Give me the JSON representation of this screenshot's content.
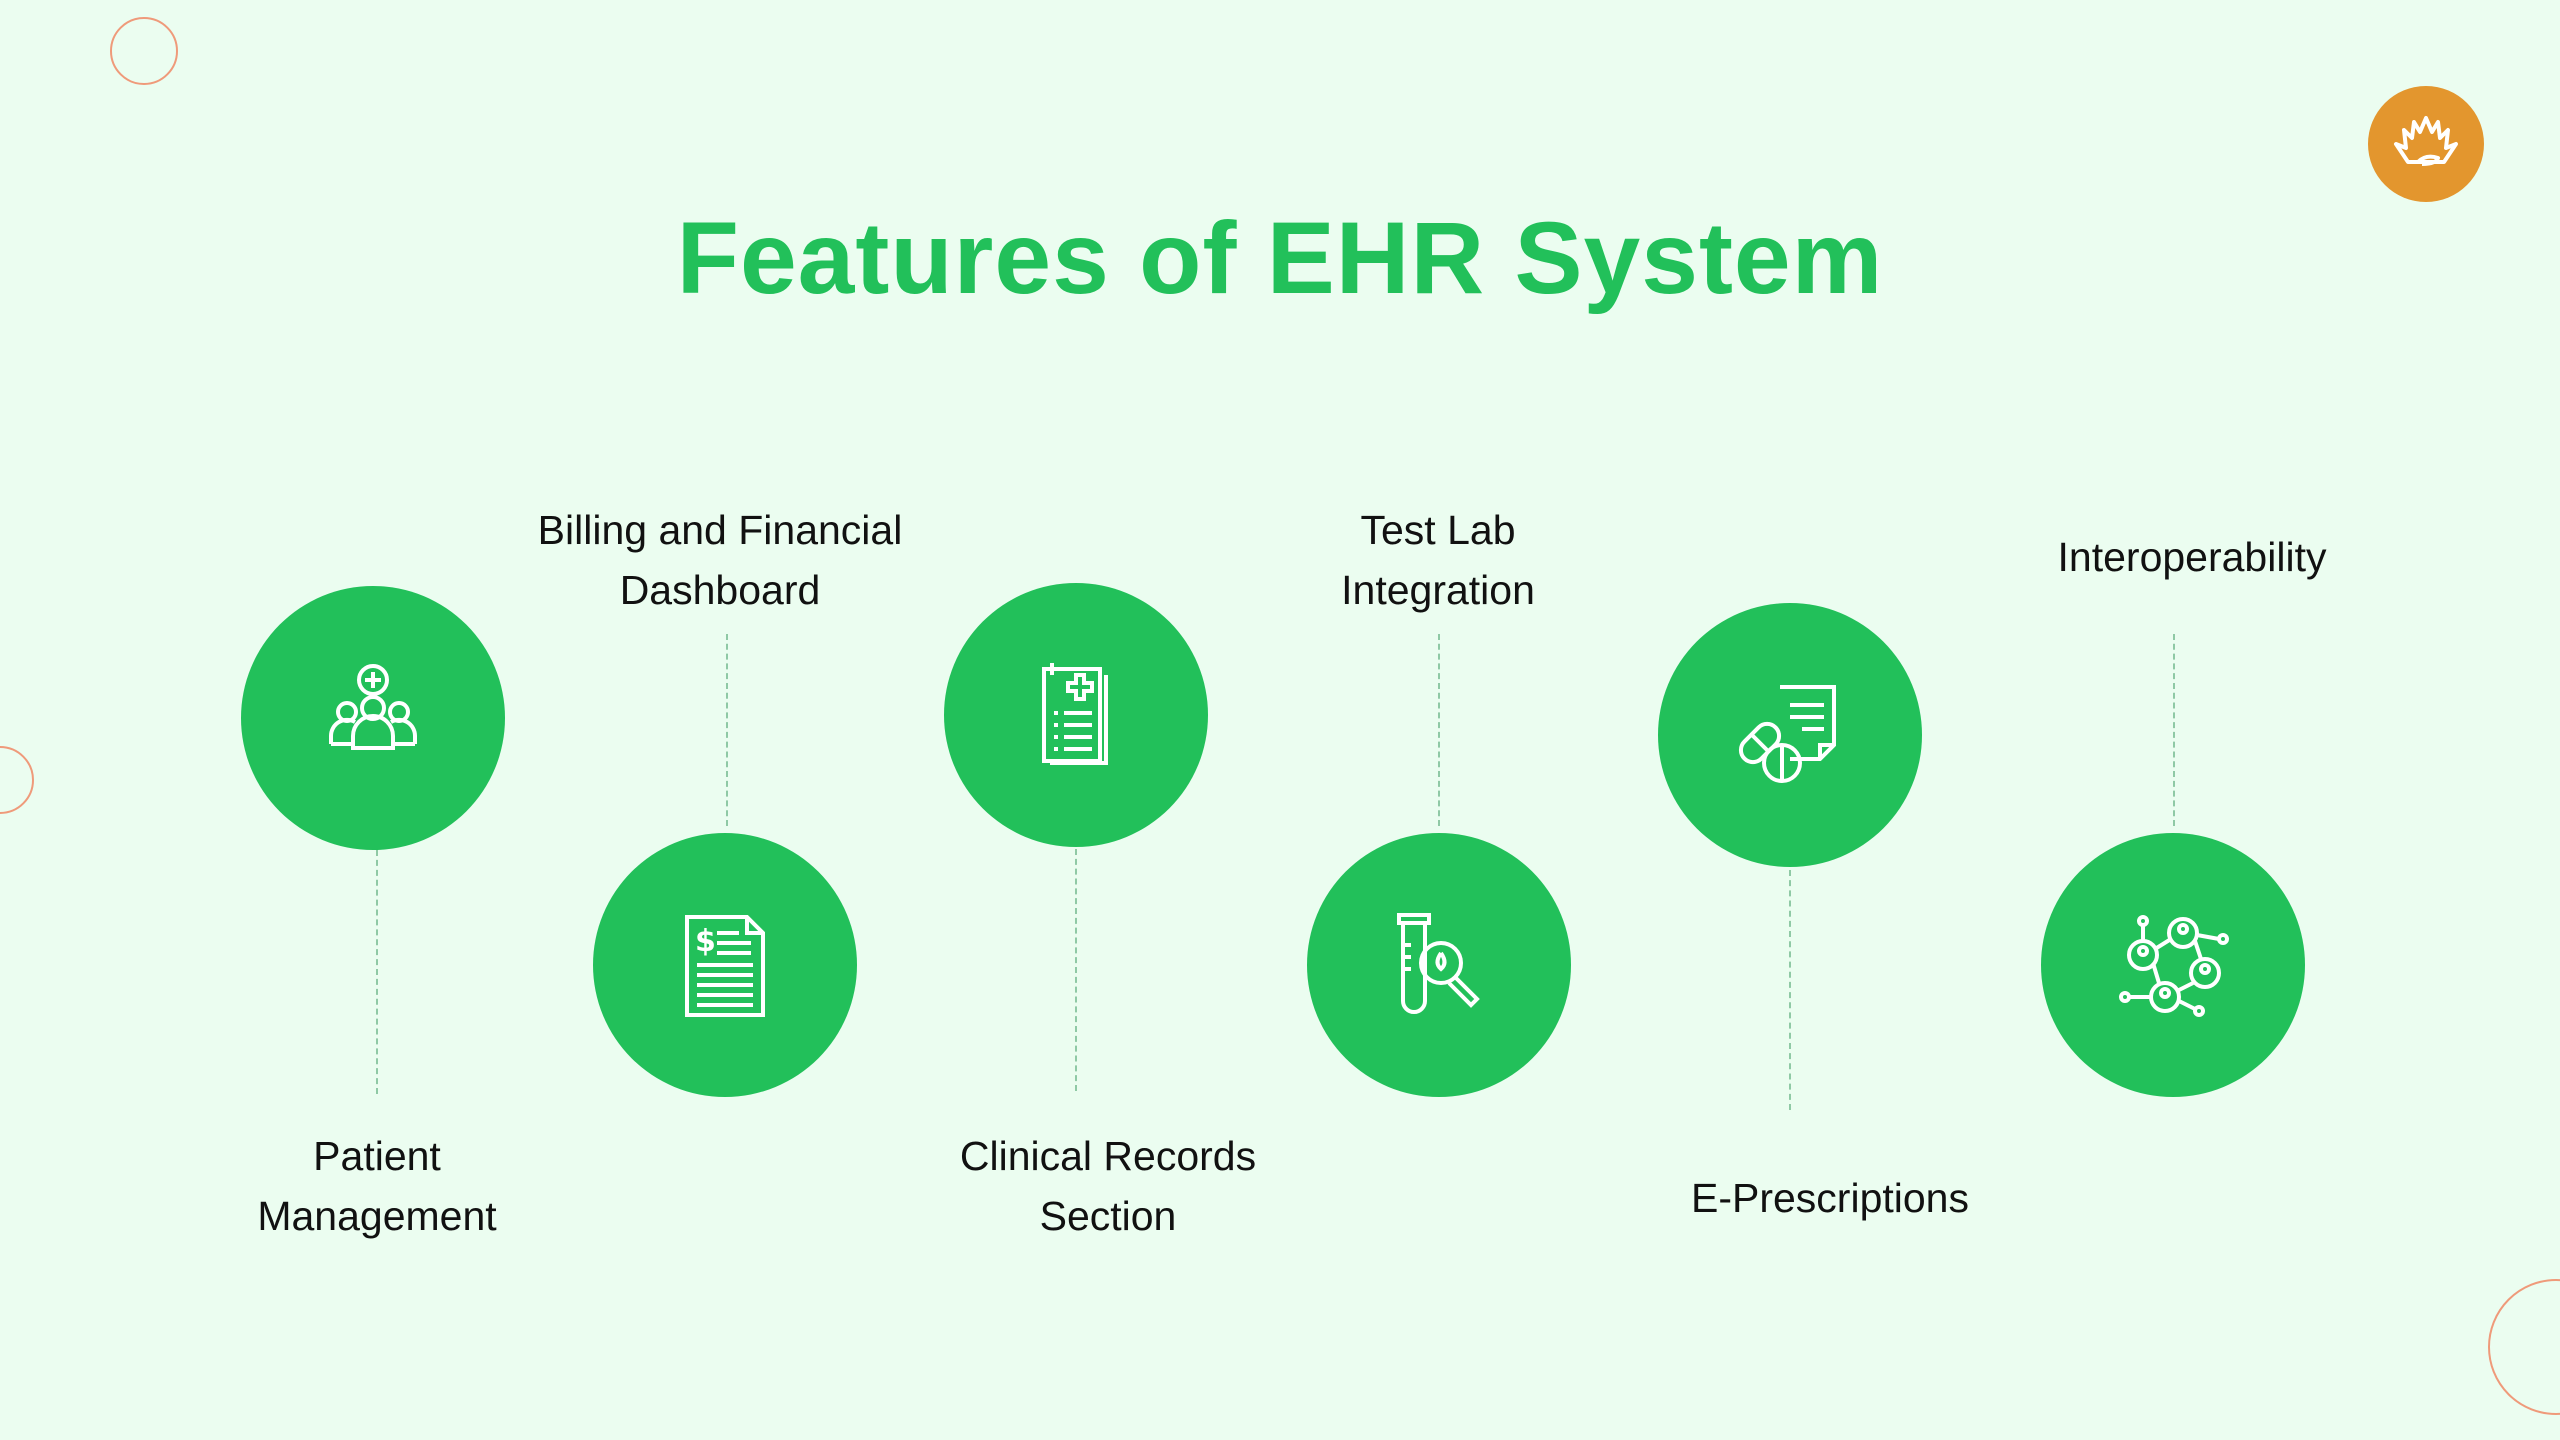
{
  "title": "Features of EHR System",
  "colors": {
    "accent": "#22c05a",
    "background": "#ebfdf0",
    "logo": "#e3962e"
  },
  "logo_icon": "lotus-icon",
  "features": [
    {
      "lines": [
        "Patient",
        "Management"
      ],
      "icon": "patient-group-icon"
    },
    {
      "lines": [
        "Billing and Financial",
        "Dashboard"
      ],
      "icon": "billing-document-icon"
    },
    {
      "lines": [
        "Clinical Records",
        "Section"
      ],
      "icon": "medical-record-icon"
    },
    {
      "lines": [
        "Test Lab",
        "Integration"
      ],
      "icon": "lab-test-icon"
    },
    {
      "lines": [
        "E-Prescriptions"
      ],
      "icon": "prescription-icon"
    },
    {
      "lines": [
        "Interoperability"
      ],
      "icon": "network-icon"
    }
  ]
}
